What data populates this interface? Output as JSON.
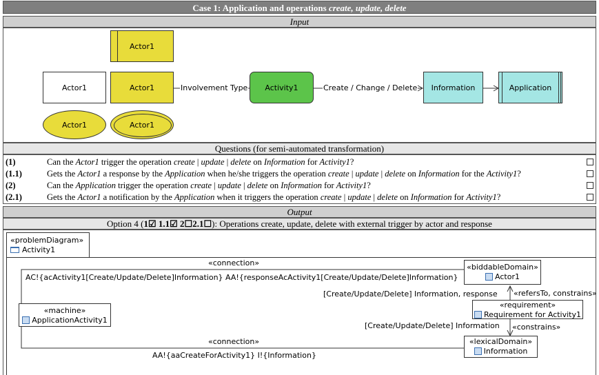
{
  "header": {
    "title_prefix": "Case 1: Application and operations ",
    "title_italic": "create, update, delete"
  },
  "input": {
    "section_label": "Input",
    "actors": {
      "top": "Actor1",
      "plain": "Actor1",
      "yellow": "Actor1",
      "ellipse": "Actor1",
      "double_ellipse": "Actor1"
    },
    "involvement_label": "Involvement Type",
    "activity": "Activity1",
    "operation_label": "Create / Change / Delete",
    "information": "Information",
    "application": "Application"
  },
  "questions": {
    "header": "Questions (for semi-automated transformation)",
    "items": [
      {
        "num": "(1)",
        "text_html": "Can the <i>Actor1</i> trigger the operation <i>create</i> | <i>update</i> | <i>delete</i> on <i>Information</i> for <i>Activity1</i>?"
      },
      {
        "num": "(1.1)",
        "text_html": "Gets the <i>Actor1</i> a response by the <i>Application</i> when he/she triggers the operation <i>create</i> | <i>update</i> | <i>delete</i> on <i>Information</i> for the <i>Activity1</i>?"
      },
      {
        "num": "(2)",
        "text_html": "Can the <i>Application</i> trigger the operation <i>create</i> | <i>update</i> | <i>delete</i> on <i>Information</i> for <i>Activity1</i>?"
      },
      {
        "num": "(2.1)",
        "text_html": "Gets the <i>Actor1</i> a notification by the <i>Application</i> when it triggers the operation <i>create</i> | <i>update</i> | <i>delete</i> on <i>Information</i> for <i>Activity1</i>?"
      }
    ]
  },
  "output": {
    "section_label": "Output",
    "option_prefix": "Option 4 (",
    "option_markers": "1☑ 1.1☑ 2☐2.1☐",
    "option_suffix": "): Operations create, update, delete with external trigger by actor and response"
  },
  "problem_diagram": {
    "stereotype": "«problemDiagram»",
    "name": "Activity1"
  },
  "uml": {
    "machine": {
      "stereotype": "«machine»",
      "name": "ApplicationActivity1"
    },
    "biddable": {
      "stereotype": "«biddableDomain»",
      "name": "Actor1"
    },
    "requirement": {
      "stereotype": "«requirement»",
      "name": "Requirement for Activity1"
    },
    "lexical": {
      "stereotype": "«lexicalDomain»",
      "name": "Information"
    },
    "connection_top_label": "«connection»",
    "connection_top_text": "AC!{acActivity1[Create/Update/Delete]Information} AA!{responseAcActivity1[Create/Update/Delete]Information}",
    "refers_label": "«refersTo, constrains»",
    "refers_text": "[Create/Update/Delete] Information, response",
    "constrains_label": "«constrains»",
    "constrains_text": "[Create/Update/Delete] Information",
    "connection_bottom_label": "«connection»",
    "connection_bottom_text": "AA!{aaCreateForActivity1} I!{Information}"
  },
  "colors": {
    "yellow": "#e8dc3a",
    "green": "#5cc44a",
    "teal": "#a4e6e4",
    "header_grey": "#7f7f7f"
  }
}
